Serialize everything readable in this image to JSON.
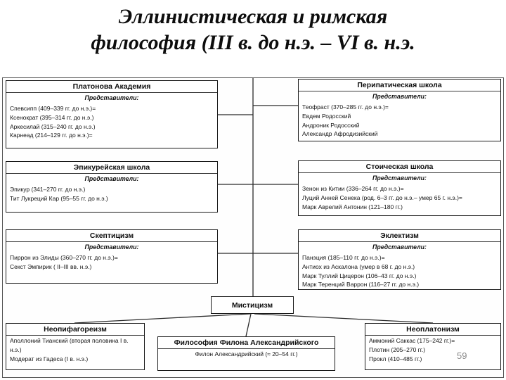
{
  "title": {
    "line1": "Эллинистическая и римская",
    "line2": "философия (III в. до н.э. – VI в. н.э."
  },
  "page_number": "59",
  "boxes": {
    "platon": {
      "title": "Платонова Академия",
      "subtitle": "Представители:",
      "members": [
        "Спевсипп (409–339 гг. до н.э.)=",
        "Ксенократ (395–314 гг. до н.э.)",
        "Аркесилай (315–240 гг. до н.э.)",
        "Карнеад (214–129 гг. до н.э.)="
      ]
    },
    "peripatetic": {
      "title": "Перипатическая школа",
      "subtitle": "Представители:",
      "members": [
        "Теофраст (370–285 гг. до н.э.)=",
        "Евдем Родосский",
        "Андроник Родосский",
        "Александр Афродизийский"
      ]
    },
    "epicurean": {
      "title": "Эпикурейская школа",
      "subtitle": "Представители:",
      "members": [
        "Эпикур (341–270 гг. до н.э.)",
        "Тит Лукреций Кар (95–55 гг. до н.э.)"
      ]
    },
    "stoic": {
      "title": "Стоическая школа",
      "subtitle": "Представители:",
      "members": [
        "Зенон из Китии (336–264 гг. до н.э.)=",
        "Луций Анней Сенека (род. 6–3 гг. до н.э.– умер 65 г. н.э.)=",
        "Марк Аврелий Антонин (121–180 гг.)"
      ]
    },
    "skepticism": {
      "title": "Скептицизм",
      "subtitle": "Представители:",
      "members": [
        "Пиррон из Элиды (360–270 гг. до н.э.)=",
        "Секст Эмпирик ( II–III вв. н.э.)"
      ]
    },
    "eclecticism": {
      "title": "Эклектизм",
      "subtitle": "Представители:",
      "members": [
        "Панэция (185–110 гг. до н.э.)=",
        "Антиох из Аскалона (умер в 68 г. до н.э.)",
        "Марк Туллий Цицерон (106–43 гг. до н.э.)",
        "Марк Теренций Варрон (116–27 гг. до н.э.)"
      ]
    },
    "mysticism": {
      "title": "Мистицизм"
    },
    "neopythagoreanism": {
      "title": "Неопифагореизм",
      "members": [
        "Аполлоний Тианский (вторая половина I в. н.э.)",
        "Модерат из Гадеса (I в. н.э.)"
      ]
    },
    "philo": {
      "title": "Философия Филона Александрийского",
      "members": [
        "Филон Александрийский (≈ 20–54 гг.)"
      ]
    },
    "neoplatonism": {
      "title": "Неоплатонизм",
      "members": [
        "Аммоний Саккас (175–242 гг.)=",
        "Плотин (205–270 гг.)",
        "Прокл (410–485 гг.)"
      ]
    }
  }
}
